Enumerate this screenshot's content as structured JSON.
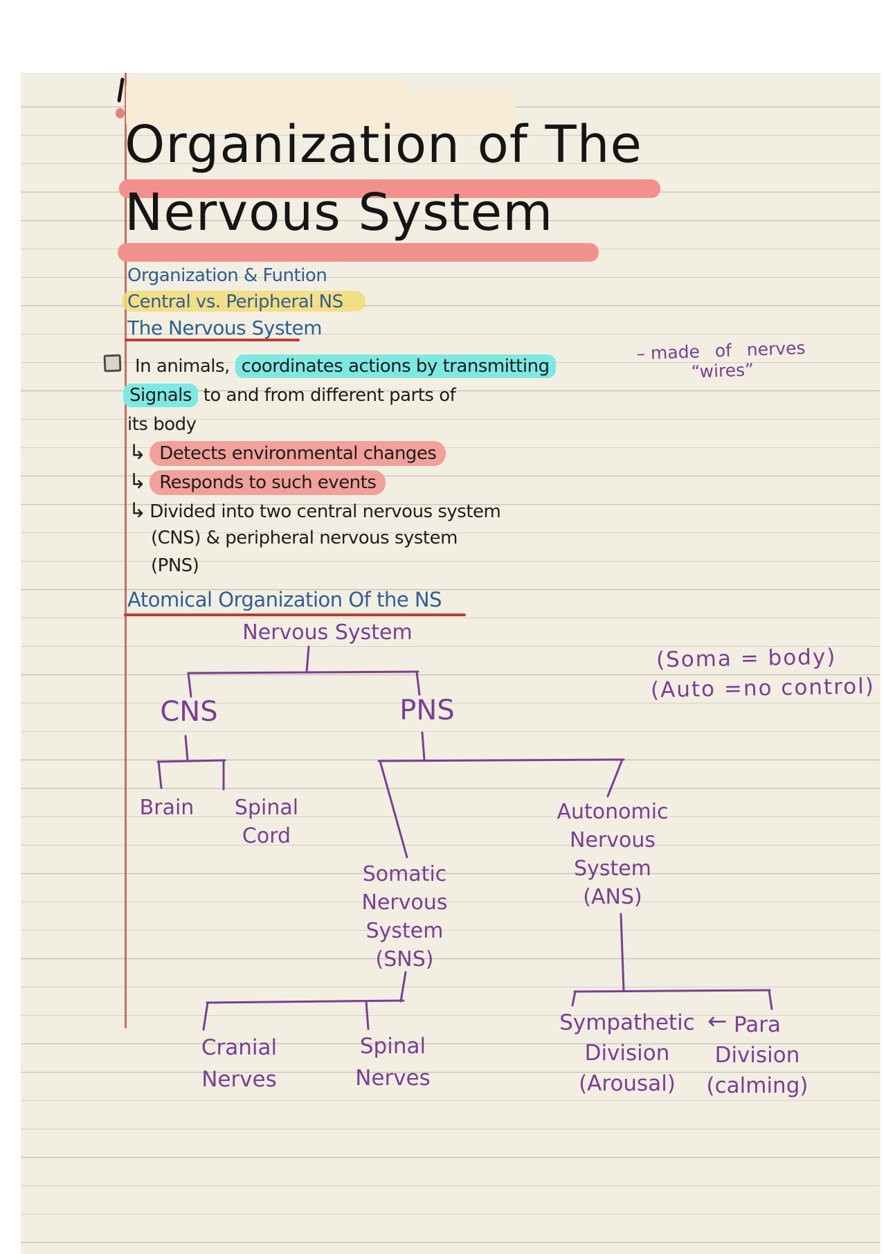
{
  "title": {
    "line1": "Organization of The",
    "line2": "Nervous System"
  },
  "subtitle": {
    "line1": "Organization & Funtion",
    "line2": "Central vs. Peripheral NS",
    "line3": "The Nervous System"
  },
  "note": {
    "line1_plain": "In animals,",
    "line1_highlight": "coordinates actions by transmitting",
    "line2_highlight": "Signals",
    "line2_plain": "to and from different parts of",
    "line3": "its body"
  },
  "margin_note": {
    "dash": "–",
    "line1": "made  of  nerves",
    "line2": "“wires”"
  },
  "arrows": {
    "glyph": "↳",
    "item1": "Detects environmental changes",
    "item2": "Responds to such events",
    "item3_line1": "Divided into two central nervous system",
    "item3_line2": "(CNS) & peripheral nervous system",
    "item3_line3": "(PNS)"
  },
  "section_heading": "Atomical Organization Of the NS",
  "side_note": {
    "line1": "(Soma = body)",
    "line2": "(Auto =no control)"
  },
  "tree": {
    "root": "Nervous System",
    "cns": "CNS",
    "pns": "PNS",
    "brain": "Brain",
    "spinal_cord": {
      "line1": "Spinal",
      "line2": "Cord"
    },
    "sns": {
      "line1": "Somatic",
      "line2": "Nervous",
      "line3": "System",
      "line4": "(SNS)"
    },
    "ans": {
      "line1": "Autonomic",
      "line2": "Nervous",
      "line3": "System",
      "line4": "(ANS)"
    },
    "cranial": {
      "line1": "Cranial",
      "line2": "Nerves"
    },
    "spinal_nerves": {
      "line1": "Spinal",
      "line2": "Nerves"
    },
    "sympathetic": {
      "line1": "Sympathetic",
      "line2": "Division",
      "line3": "(Arousal)"
    },
    "arrow": "←",
    "para": {
      "line1": "Para",
      "line2": "Division",
      "line3": "(calming)"
    }
  },
  "colors": {
    "paper": "#f2efe2",
    "highlight_pink": "#f0928b",
    "highlight_yellow": "#f3dc76",
    "highlight_cyan": "#7de9e2",
    "ink_blue": "#2e5e92",
    "ink_purple": "#7c3d94",
    "ink_black": "#1d1d1d",
    "underline_red": "#c13a30",
    "margin_line_red": "#c9564e",
    "beige_patch": "#f8ecd7"
  }
}
